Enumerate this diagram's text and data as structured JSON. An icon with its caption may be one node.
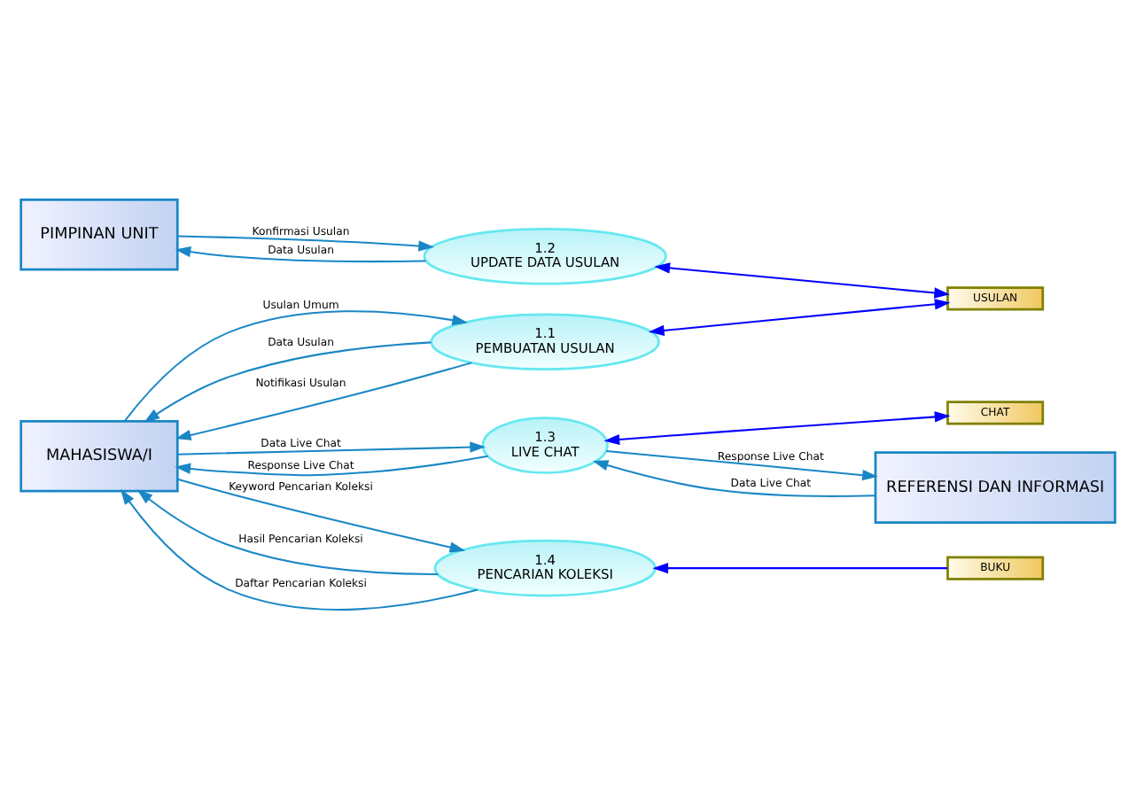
{
  "diagram": {
    "nodes": [
      {
        "text": [
          "PIMPINAN UNIT"
        ]
      },
      {
        "text": [
          "1.2",
          "UPDATE DATA USULAN"
        ]
      },
      {
        "text": [
          "USULAN"
        ]
      },
      {
        "text": [
          "MAHASISWA/I"
        ]
      },
      {
        "text": [
          "1.1",
          "PEMBUATAN USULAN"
        ]
      },
      {
        "text": [
          "CHAT"
        ]
      },
      {
        "text": [
          "1.3",
          "LIVE CHAT"
        ]
      },
      {
        "text": [
          "BUKU"
        ]
      },
      {
        "text": [
          "1.4",
          "PENCARIAN KOLEKSI"
        ]
      },
      {
        "text": [
          "REFERENSI DAN INFORMASI"
        ]
      }
    ],
    "edges": [
      {
        "from": 0,
        "to": 1,
        "arrow": "to",
        "label": "Konfirmasi Usulan"
      },
      {
        "from": 1,
        "to": 0,
        "arrow": "to",
        "label": "Data Usulan"
      },
      {
        "from": 2,
        "to": 1,
        "arrow": "both",
        "color": "#0000ff"
      },
      {
        "from": 2,
        "to": 4,
        "arrow": "both",
        "color": "#0000ff"
      },
      {
        "from": 3,
        "to": 4,
        "arrow": "to",
        "label": "Usulan Umum"
      },
      {
        "from": 4,
        "to": 3,
        "arrow": "to",
        "label": "Data Usulan"
      },
      {
        "from": 4,
        "to": 3,
        "arrow": "to",
        "label": "Notifikasi Usulan"
      },
      {
        "from": 5,
        "to": 6,
        "arrow": "both",
        "color": "#0000ff"
      },
      {
        "from": 3,
        "to": 6,
        "arrow": "to",
        "label": "Data Live Chat"
      },
      {
        "from": 6,
        "to": 3,
        "arrow": "to",
        "label": "Response Live Chat"
      },
      {
        "from": 6,
        "to": 9,
        "arrow": "to",
        "label": "Response Live Chat"
      },
      {
        "from": 9,
        "to": 6,
        "arrow": "to",
        "label": "Data Live Chat"
      },
      {
        "from": 7,
        "to": 8,
        "arrow": "to",
        "color": "#0000ff"
      },
      {
        "from": 3,
        "to": 8,
        "arrow": "to",
        "label": "Keyword Pencarian Koleksi"
      },
      {
        "from": 8,
        "to": 3,
        "arrow": "to",
        "label": "Hasil Pencarian Koleksi"
      },
      {
        "from": 8,
        "to": 3,
        "arrow": "to",
        "label": "Daftar Pencarian Koleksi"
      }
    ]
  }
}
